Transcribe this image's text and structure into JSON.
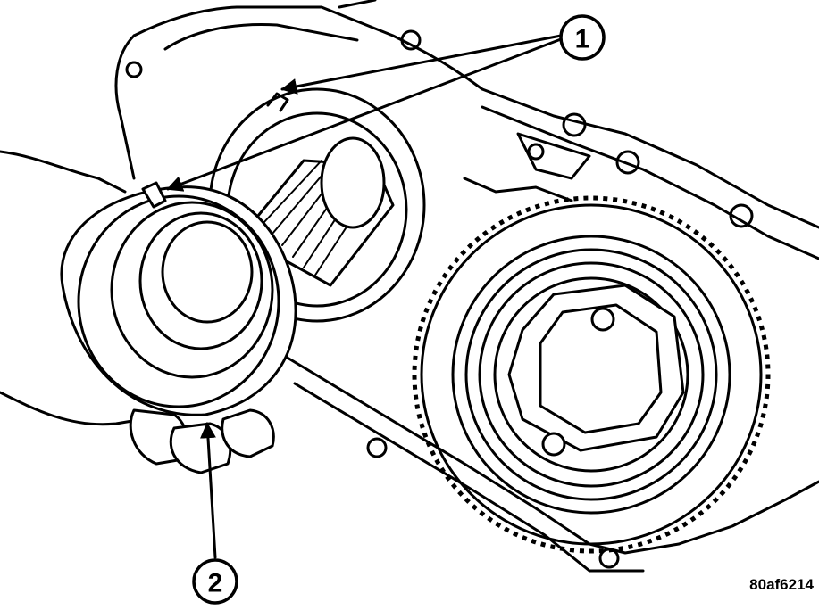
{
  "callouts": [
    {
      "number": "1"
    },
    {
      "number": "2"
    }
  ],
  "reference_code": "80af6214",
  "colors": {
    "line": "#000000",
    "background": "#ffffff"
  }
}
